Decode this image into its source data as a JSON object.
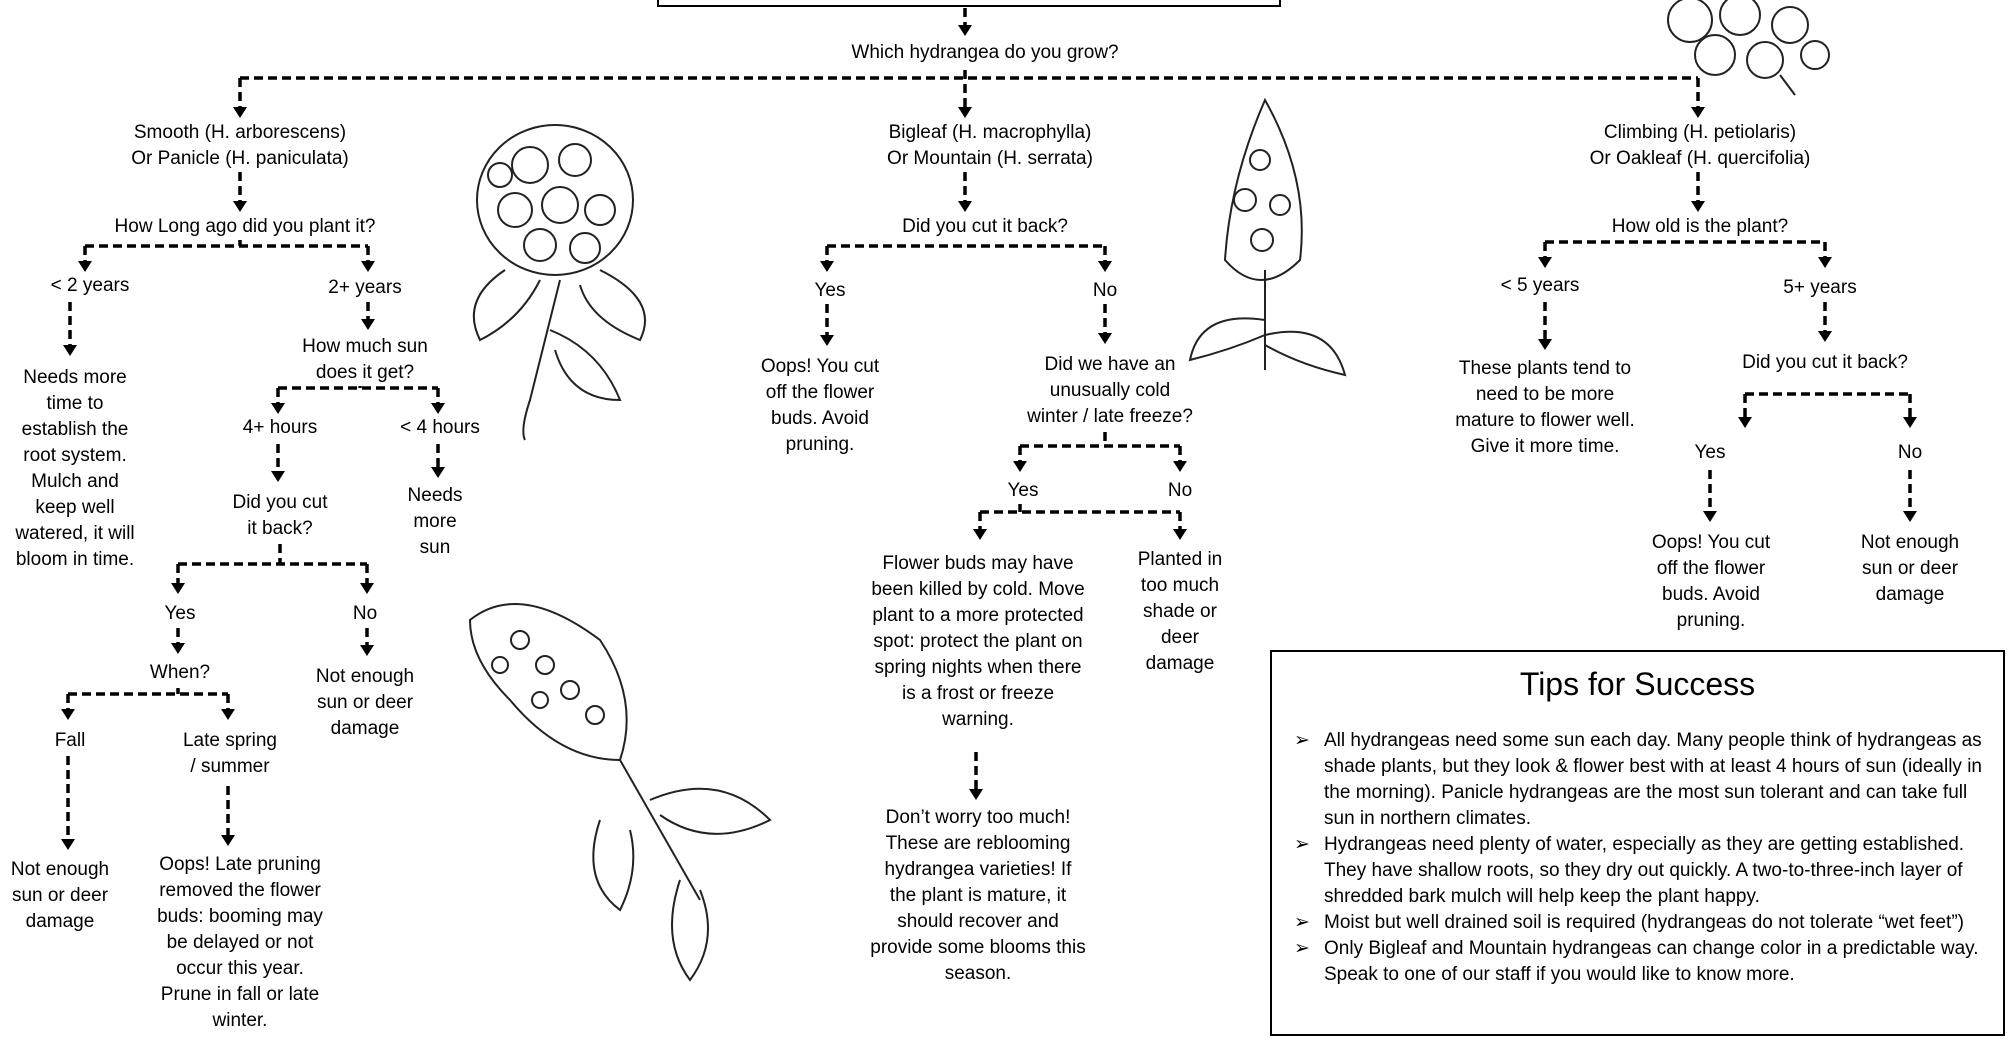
{
  "root": {
    "question": "Which hydrangea do you grow?"
  },
  "branch_smooth": {
    "type_lines": [
      "Smooth (H. arborescens)",
      "Or Panicle (H. paniculata)"
    ],
    "q_planted": "How Long ago did you plant it?",
    "lt2": "< 2 years",
    "lt2_answer": [
      "Needs more",
      "time to",
      "establish the",
      "root system.",
      "Mulch and",
      "keep well",
      "watered, it will",
      "bloom in time."
    ],
    "gt2": "2+ years",
    "q_sun": [
      "How much sun",
      "does it get?"
    ],
    "sun4plus": "4+ hours",
    "sunlt4": "< 4 hours",
    "sunlt4_answer": [
      "Needs",
      "more",
      "sun"
    ],
    "q_cut": [
      "Did you cut",
      "it back?"
    ],
    "yes": "Yes",
    "no": "No",
    "no_answer": [
      "Not enough",
      "sun or deer",
      "damage"
    ],
    "when": "When?",
    "fall": "Fall",
    "fall_answer": [
      "Not enough",
      "sun or deer",
      "damage"
    ],
    "late": [
      "Late spring",
      "/ summer"
    ],
    "late_answer": [
      "Oops! Late pruning",
      "removed the flower",
      "buds: booming may",
      "be delayed or not",
      "occur this year.",
      "Prune in fall or late",
      "winter."
    ]
  },
  "branch_bigleaf": {
    "type_lines": [
      "Bigleaf (H. macrophylla)",
      "Or Mountain (H. serrata)"
    ],
    "q_cut": "Did you cut it back?",
    "yes": "Yes",
    "no": "No",
    "yes_answer": [
      "Oops! You cut",
      "off the flower",
      "buds. Avoid",
      "pruning."
    ],
    "q_cold": [
      "Did we have an",
      "unusually cold",
      "winter / late freeze?"
    ],
    "cold_yes": "Yes",
    "cold_no": "No",
    "cold_yes_answer": [
      "Flower buds may have",
      "been killed by cold. Move",
      "plant to a more protected",
      "spot: protect the plant on",
      "spring nights when there",
      "is a frost or freeze",
      "warning."
    ],
    "cold_no_answer": [
      "Planted in",
      "too much",
      "shade or",
      "deer",
      "damage"
    ],
    "rebloom": [
      "Don’t worry too much!",
      "These are reblooming",
      "hydrangea varieties! If",
      "the plant is mature, it",
      "should recover and",
      "provide some blooms this",
      "season."
    ]
  },
  "branch_climbing": {
    "type_lines": [
      "Climbing (H. petiolaris)",
      "Or Oakleaf (H. quercifolia)"
    ],
    "q_old": "How old is the plant?",
    "lt5": "< 5 years",
    "lt5_answer": [
      "These plants tend to",
      "need to be more",
      "mature to flower well.",
      "Give it more time."
    ],
    "gt5": "5+ years",
    "q_cut": "Did you cut it back?",
    "yes": "Yes",
    "no": "No",
    "yes_answer": [
      "Oops! You cut",
      "off the flower",
      "buds. Avoid",
      "pruning."
    ],
    "no_answer": [
      "Not enough",
      "sun or deer",
      "damage"
    ]
  },
  "tips": {
    "title": "Tips for Success",
    "bullet": "➢",
    "items": [
      "All hydrangeas need some sun each day. Many people think of hydrangeas as shade plants, but they look & flower best with at least 4 hours of sun  (ideally in the morning). Panicle hydrangeas are the most sun tolerant and can take full sun in northern climates.",
      "Hydrangeas need plenty of water, especially as they are getting established. They have shallow roots, so they dry out quickly. A two-to-three-inch layer of shredded bark mulch will help keep the plant happy.",
      "Moist but well drained soil is required (hydrangeas do not tolerate “wet feet”)",
      "Only Bigleaf and Mountain hydrangeas can change color in a predictable way. Speak to one of our staff if you would like to know more."
    ]
  }
}
